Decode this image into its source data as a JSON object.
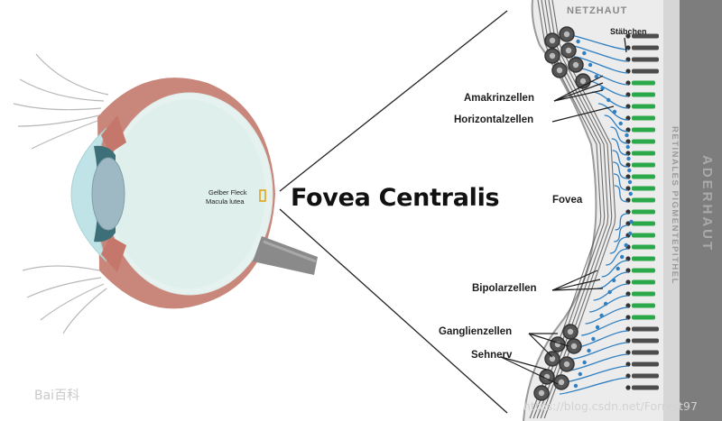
{
  "title": "Fovea Centralis",
  "labels": {
    "netzhaut": "NETZHAUT",
    "aderhaut": "ADERHAUT",
    "pigment": "RETINALES PIGMENTEPITHEL",
    "staebchen": "Stäbchen",
    "amakrin": "Amakrinzellen",
    "horizontal": "Horizontalzellen",
    "fovea": "Fovea",
    "bipolar": "Bipolarzellen",
    "ganglien": "Ganglienzellen",
    "sehnerv": "Sehnerv",
    "gelber_fleck": "Gelber Fleck",
    "macula": "Macula lutea"
  },
  "watermarks": {
    "baidu": "Bai百科",
    "blog": "https://blog.csdn.net/Forrest97"
  },
  "colors": {
    "choroid": "#7d7d7d",
    "pigment": "#d6d6d6",
    "retina": "#ececec",
    "green": "#2aa84a",
    "blue": "#2f7fc1",
    "sclera": "#c9867a",
    "eye_fill": "#dff0ec",
    "iris": "#3d6f78"
  }
}
